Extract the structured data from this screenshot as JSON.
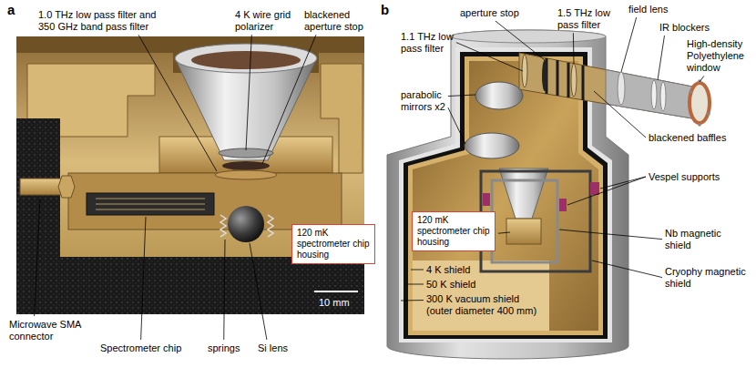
{
  "diagram": {
    "nodes": [
      {
        "text": [
          "120 mK spectrometer chip housing"
        ]
      },
      {
        "text": [
          "120 mK spectrometer chip housing"
        ]
      }
    ],
    "labels": [
      "a",
      "1.0 THz low pass filter and 350 GHz band pass filter",
      "4 K wire grid polarizer",
      "blackened aperture stop",
      "10 mm",
      "Microwave SMA connector",
      "Spectrometer chip",
      "springs",
      "Si lens",
      "b",
      "aperture stop",
      "1.5 THz low pass filter",
      "field lens",
      "IR blockers",
      "1.1 THz low pass filter",
      "High-density Polyethylene window",
      "parabolic mirrors x2",
      "blackened baffles",
      "Vespel supports",
      "Nb magnetic shield",
      "Cryophy magnetic shield",
      "4 K shield",
      "50 K shield",
      "300 K vacuum shield (outer diameter 400 mm)"
    ]
  }
}
